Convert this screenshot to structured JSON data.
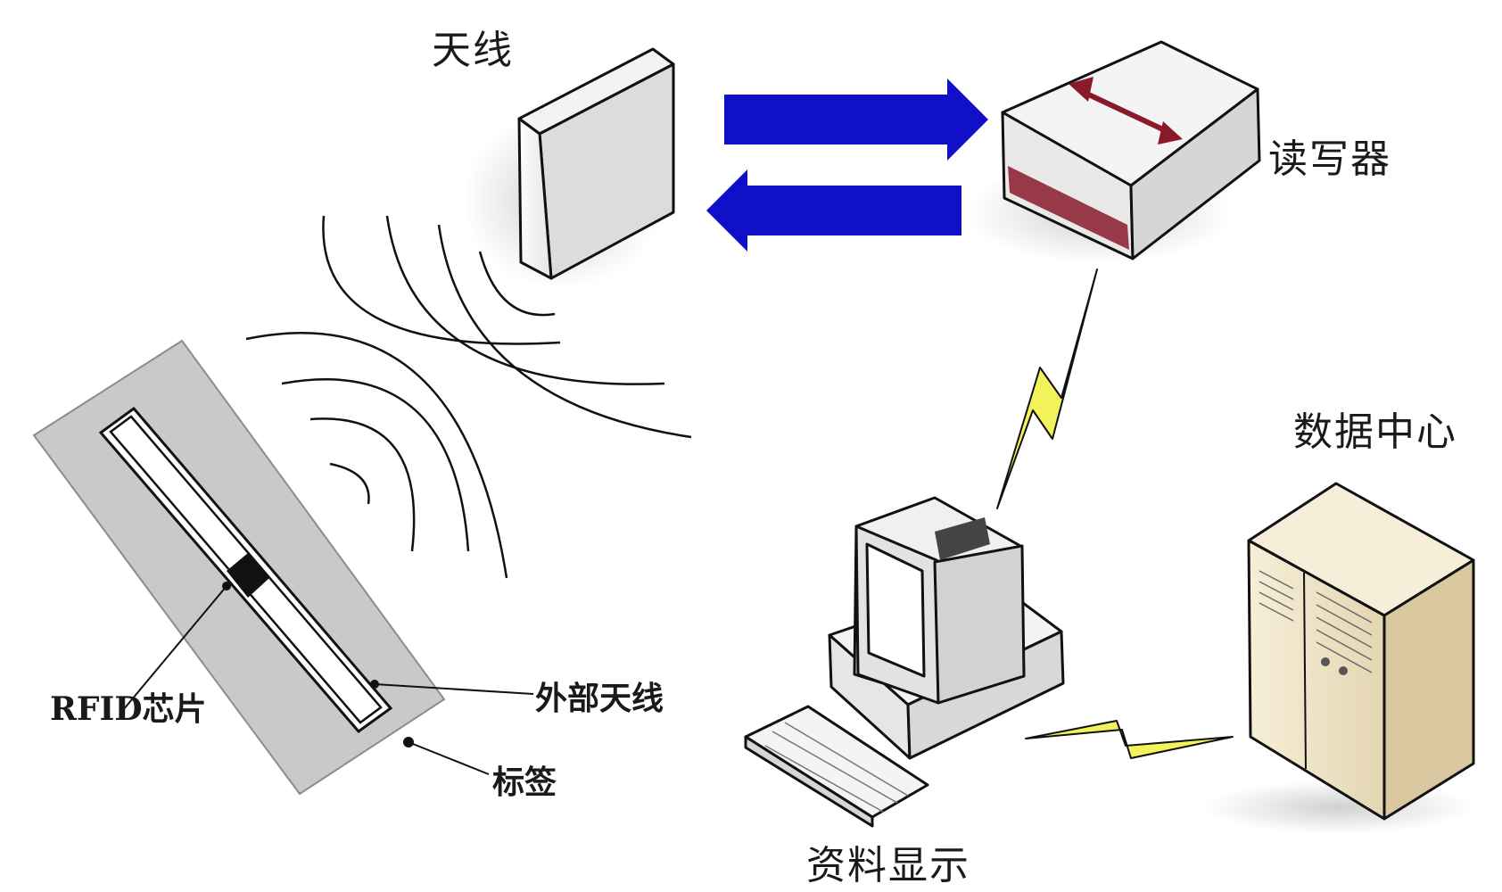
{
  "labels": {
    "antenna": "天线",
    "reader": "读写器",
    "data_center": "数据中心",
    "display": "资料显示",
    "rfid_chip": "RFID芯片",
    "external_antenna": "外部天线",
    "tag": "标签"
  },
  "colors": {
    "arrow_blue": "#1010c8",
    "reader_arrow": "#8a1a2a",
    "bolt_yellow": "#f2f25a",
    "tag_gray": "#c9c9c9",
    "server_beige": "#f1e6cc"
  }
}
